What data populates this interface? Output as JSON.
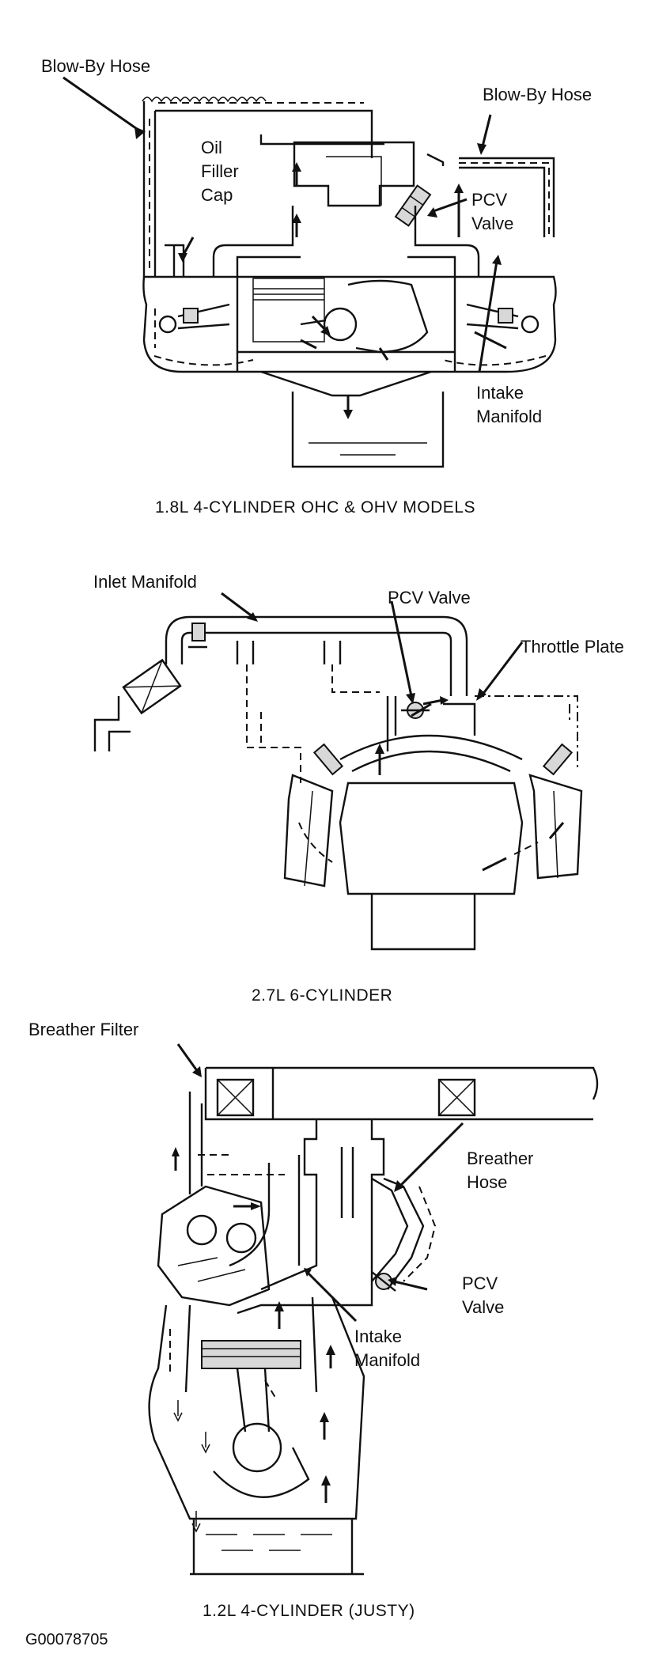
{
  "diagrams": [
    {
      "caption": "1.8L 4-CYLINDER OHC & OHV MODELS",
      "labels": {
        "blow_by_hose_left": "Blow-By Hose",
        "blow_by_hose_right": "Blow-By Hose",
        "oil_filler_cap": [
          "Oil",
          "Filler",
          "Cap"
        ],
        "pcv_valve": [
          "PCV",
          "Valve"
        ],
        "intake_manifold": [
          "Intake",
          "Manifold"
        ]
      }
    },
    {
      "caption": "2.7L 6-CYLINDER",
      "labels": {
        "inlet_manifold": "Inlet Manifold",
        "pcv_valve": "PCV Valve",
        "throttle_plate": "Throttle Plate"
      }
    },
    {
      "caption": "1.2L 4-CYLINDER (JUSTY)",
      "labels": {
        "breather_filter": "Breather Filter",
        "breather_hose": [
          "Breather",
          "Hose"
        ],
        "pcv_valve": [
          "PCV",
          "Valve"
        ],
        "intake_manifold": [
          "Intake",
          "Manifold"
        ]
      }
    }
  ],
  "figure_id": "G00078705"
}
